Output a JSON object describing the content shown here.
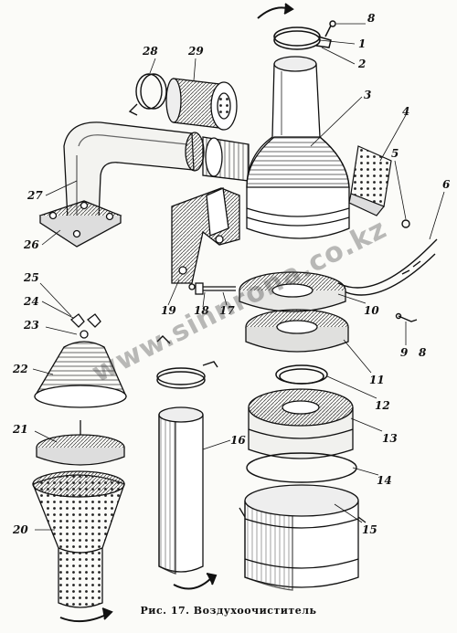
{
  "caption": "Рис. 17. Воздухоочиститель",
  "watermark": "www.sinnrona.co.kz",
  "callouts": [
    "1",
    "2",
    "3",
    "4",
    "5",
    "6",
    "8",
    "8",
    "9",
    "10",
    "11",
    "12",
    "13",
    "14",
    "15",
    "16",
    "17",
    "18",
    "19",
    "20",
    "21",
    "22",
    "23",
    "24",
    "25",
    "26",
    "27",
    "28",
    "29"
  ],
  "colors": {
    "ink": "#111111",
    "paper": "#fbfbf8",
    "shade": "#8a8a8a"
  }
}
